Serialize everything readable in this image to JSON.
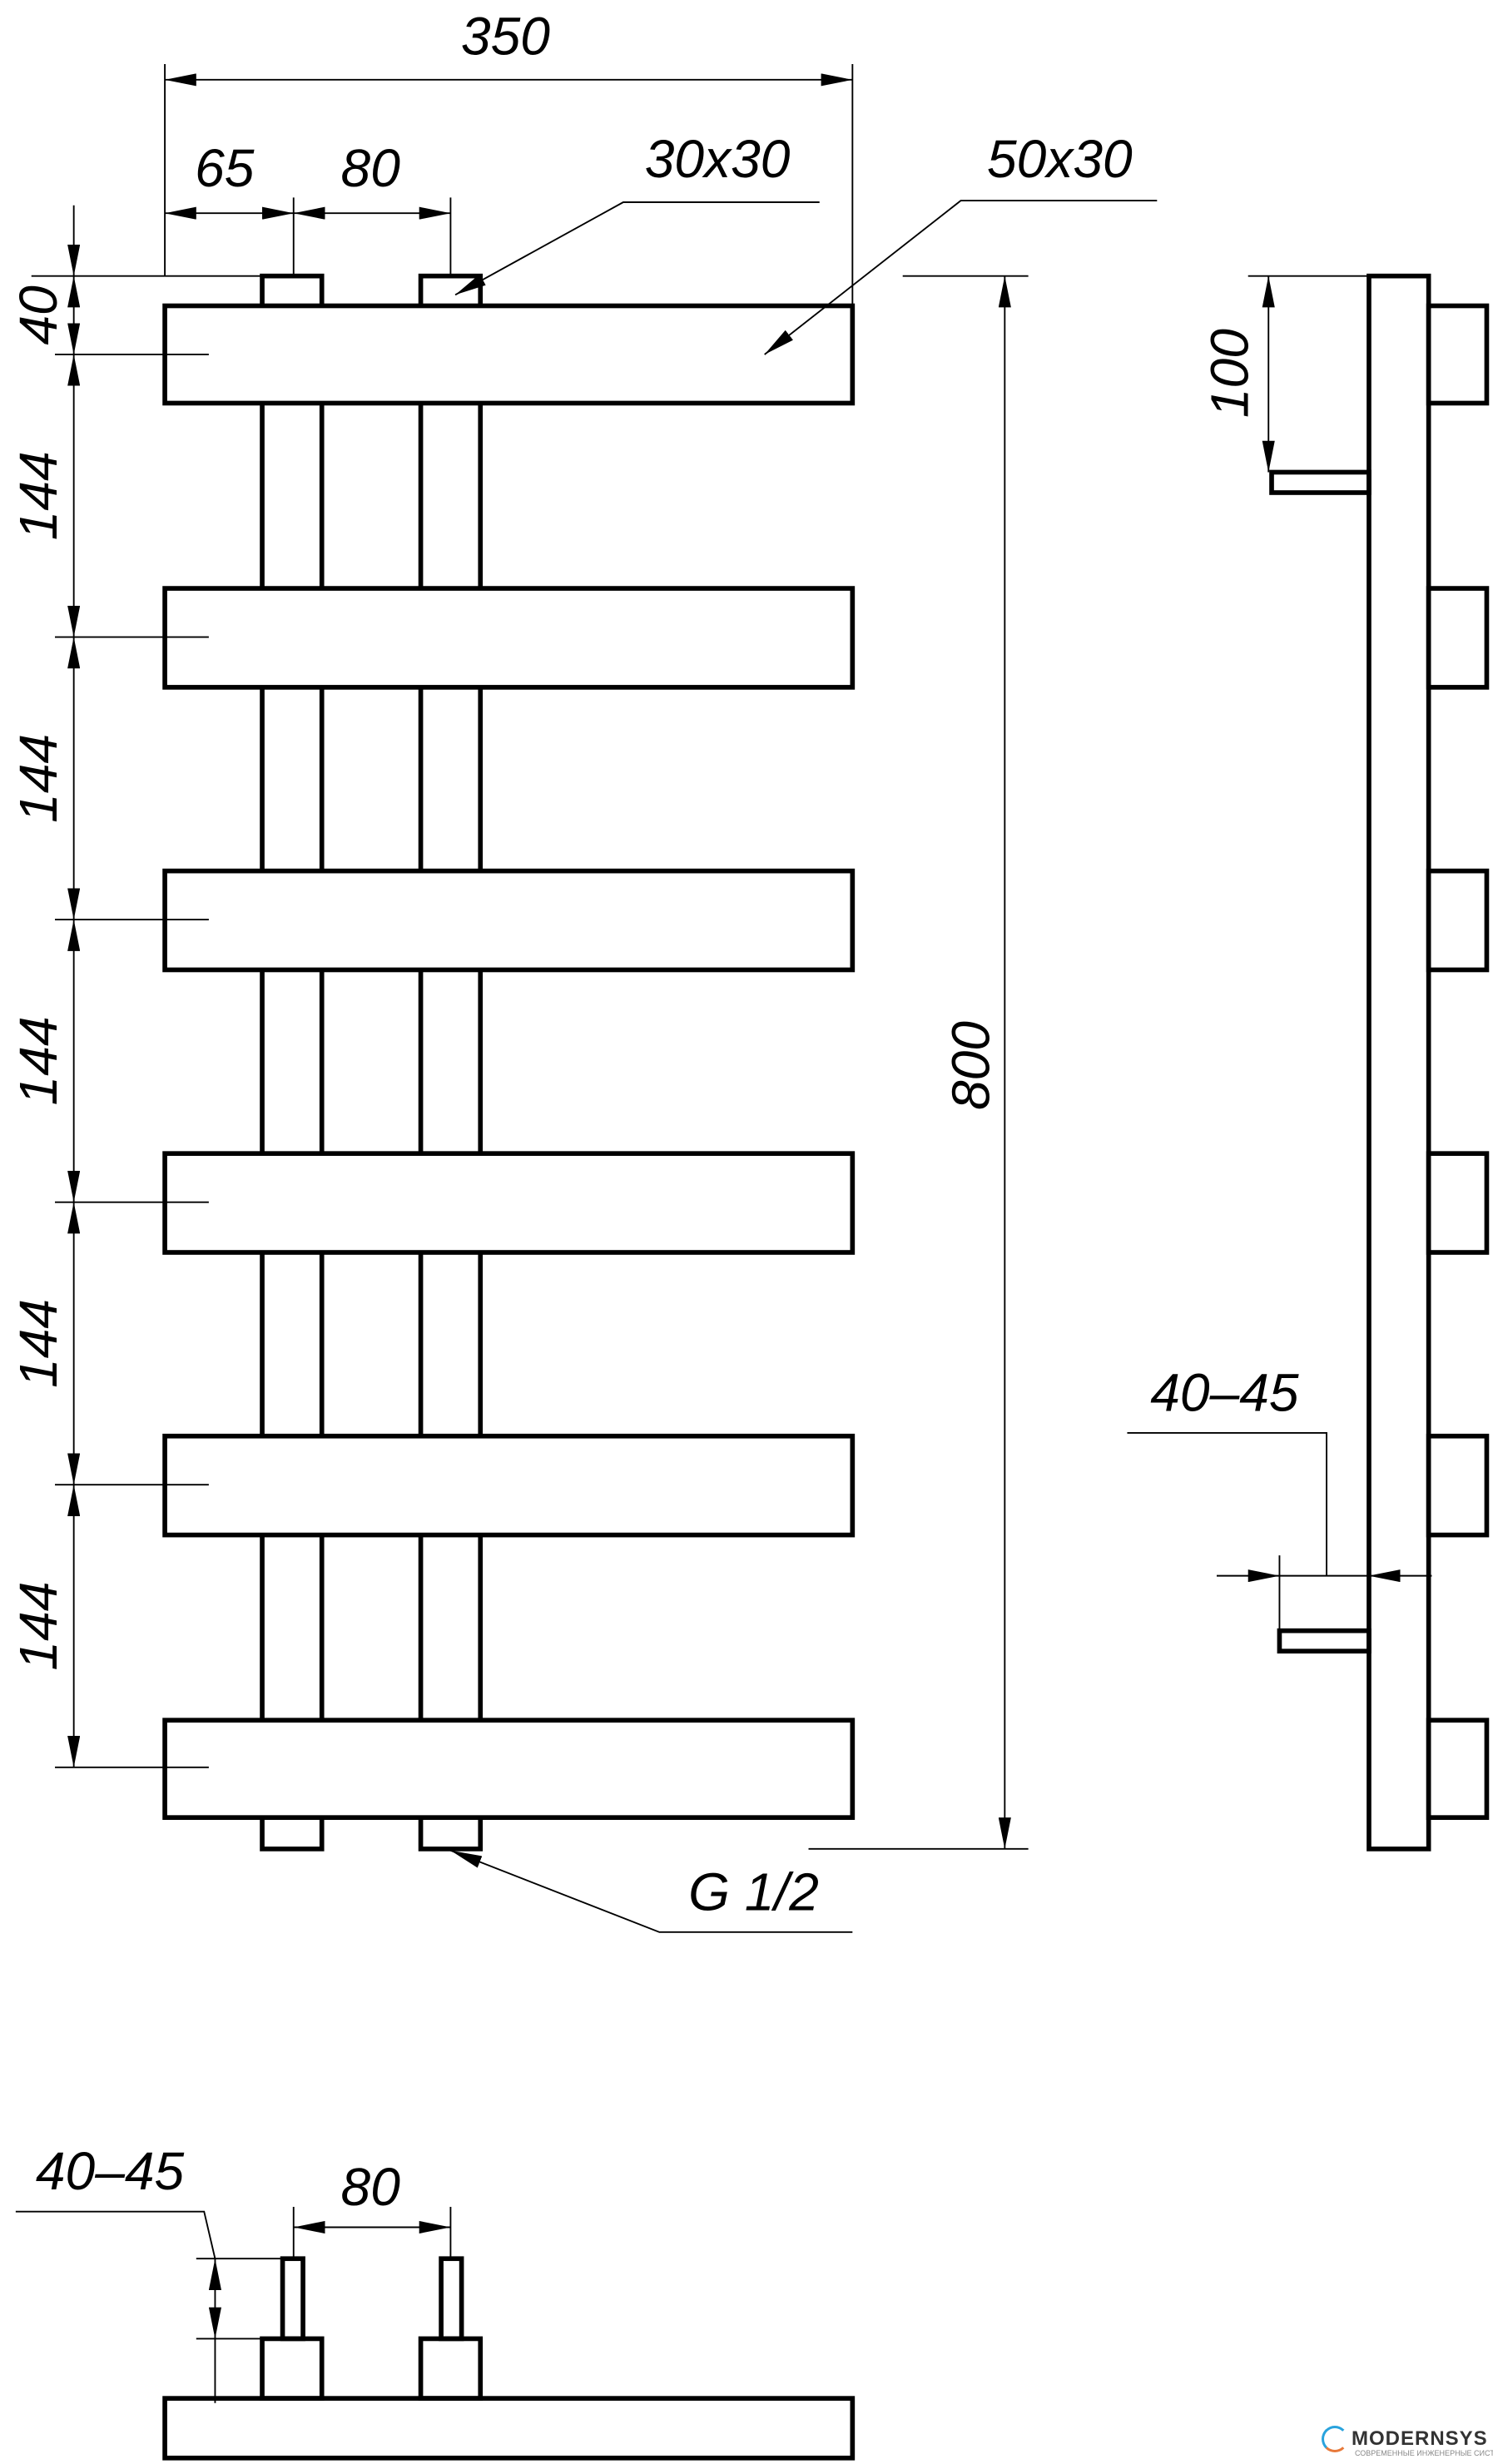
{
  "drawing": {
    "front_view": {
      "overall_width": "350",
      "offset_left": "65",
      "pipe_spacing": "80",
      "top_offset": "40",
      "bar_spacing": [
        "144",
        "144",
        "144",
        "144",
        "144"
      ],
      "overall_height": "800",
      "pipe_profile": "30x30",
      "bar_profile": "50x30",
      "connection": "G 1/2"
    },
    "side_view": {
      "bracket_offset": "100",
      "wall_distance": "40–45"
    },
    "bottom_view": {
      "wall_distance": "40–45",
      "pipe_spacing": "80"
    }
  },
  "logo": {
    "brand": "MODERNSYS",
    "tagline": "СОВРЕМЕННЫЕ ИНЖЕНЕРНЫЕ СИСТЕМЫ",
    "colors": {
      "ring_top": "#29a3dd",
      "ring_bottom": "#e8793a"
    }
  }
}
